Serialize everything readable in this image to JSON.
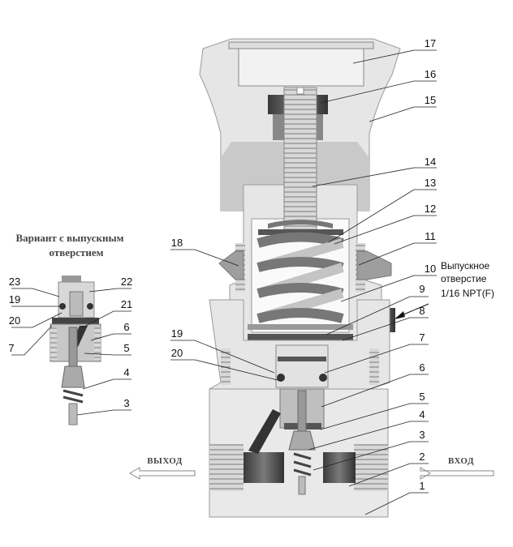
{
  "variant": {
    "title_line1": "Вариант с выпускным",
    "title_line2": "отверстием",
    "labels": [
      "23",
      "19",
      "20",
      "7",
      "22",
      "21",
      "6",
      "5",
      "4",
      "3"
    ]
  },
  "main": {
    "labels": [
      "17",
      "16",
      "15",
      "14",
      "13",
      "12",
      "11",
      "18",
      "10",
      "9",
      "8",
      "19",
      "7",
      "20",
      "6",
      "5",
      "4",
      "3",
      "2",
      "1"
    ]
  },
  "vent": {
    "line1": "Выпускное",
    "line2": "отверстие",
    "line3": "1/16 NPT(F)"
  },
  "flow": {
    "outlet": "ВЫХОД",
    "inlet": "ВХОД"
  }
}
